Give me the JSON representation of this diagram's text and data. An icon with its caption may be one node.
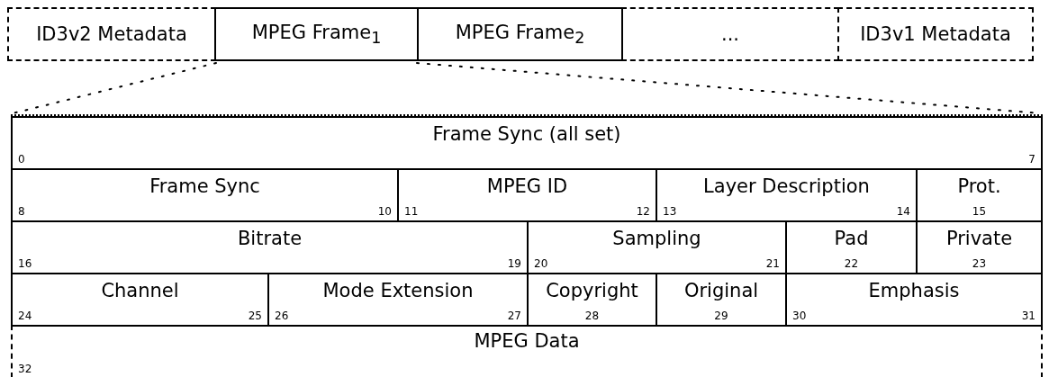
{
  "diagram": {
    "nodes": [
      {
        "text": [
          "ID3v2 Metadata"
        ]
      },
      {
        "text": [
          "MPEG Frame$_{1}$"
        ]
      },
      {
        "text": [
          "MPEG Frame$_{2}$"
        ]
      },
      {
        "text": [
          "..."
        ]
      },
      {
        "text": [
          "ID3v1 Metadata"
        ]
      },
      {
        "text": [],
        "shape": "box"
      },
      {
        "text": [
          "Frame Sync (all set)",
          "0",
          "7"
        ],
        "in": 5
      },
      {
        "text": [
          "Frame Sync",
          "8",
          "10"
        ],
        "in": 5
      },
      {
        "text": [
          "MPEG ID",
          "11",
          "12"
        ],
        "in": 5
      },
      {
        "text": [
          "Layer Description",
          "13",
          "14"
        ],
        "in": 5
      },
      {
        "text": [
          "Prot.",
          "15"
        ],
        "in": 5
      },
      {
        "text": [
          "Bitrate",
          "16",
          "19"
        ],
        "in": 5
      },
      {
        "text": [
          "Sampling",
          "20",
          "21"
        ],
        "in": 5
      },
      {
        "text": [
          "Pad",
          "22"
        ],
        "in": 5
      },
      {
        "text": [
          "Private",
          "23"
        ],
        "in": 5
      },
      {
        "text": [
          "Channel",
          "24",
          "25"
        ],
        "in": 5
      },
      {
        "text": [
          "Mode Extension",
          "26",
          "27"
        ],
        "in": 5
      },
      {
        "text": [
          "Copyright",
          "28"
        ],
        "in": 5
      },
      {
        "text": [
          "Original",
          "29"
        ],
        "in": 5
      },
      {
        "text": [
          "Emphasis",
          "30",
          "31"
        ],
        "in": 5
      },
      {
        "text": [
          "MPEG Data",
          "32"
        ],
        "in": 5
      }
    ],
    "edges": [
      {
        "from": 1,
        "to": 5,
        "arrow": "none"
      },
      {
        "from": 1,
        "to": 5,
        "arrow": "none"
      }
    ]
  }
}
